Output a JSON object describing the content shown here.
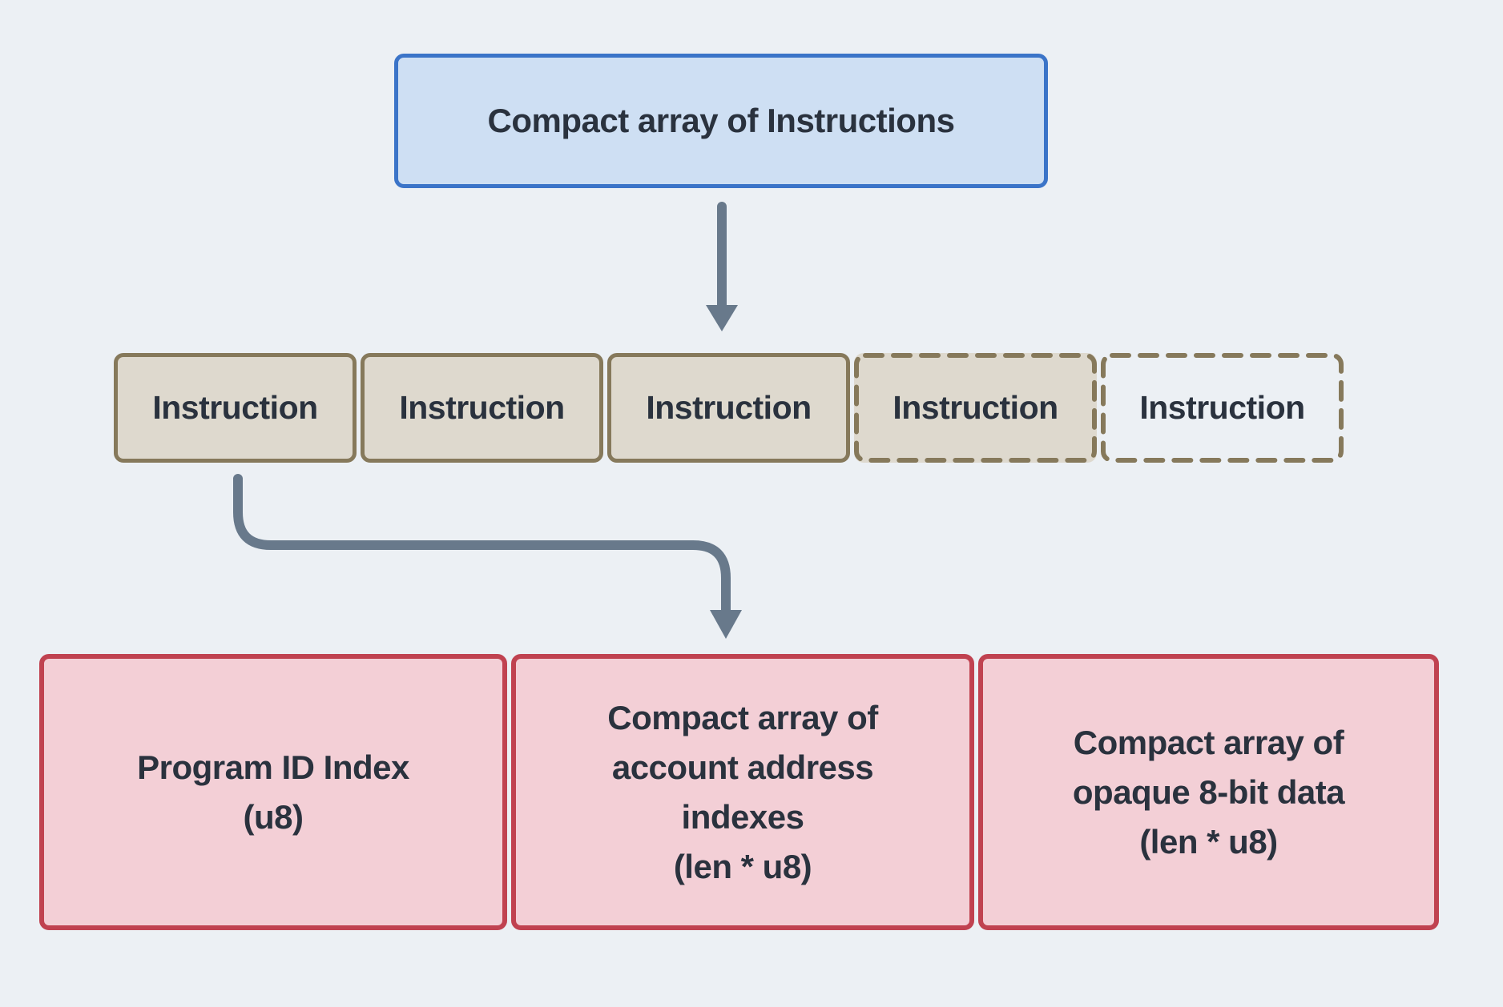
{
  "diagram": {
    "background_color": "#ecf0f4",
    "text_color": "#2a323e",
    "arrow_color": "#68798b",
    "header_box": {
      "label": "Compact array of Instructions",
      "fill_color": "#cedff3",
      "border_color": "#3b74c8"
    },
    "instruction_row": {
      "fill_color": "#ded9ce",
      "border_color": "#86795b",
      "items": [
        {
          "label": "Instruction",
          "variant": "solid"
        },
        {
          "label": "Instruction",
          "variant": "solid"
        },
        {
          "label": "Instruction",
          "variant": "solid"
        },
        {
          "label": "Instruction",
          "variant": "dashed-filled"
        },
        {
          "label": "Instruction",
          "variant": "dashed-empty"
        }
      ]
    },
    "instruction_fields": {
      "fill_color": "#f3cfd6",
      "border_color": "#c04250",
      "items": [
        {
          "label": "Program ID Index\n(u8)"
        },
        {
          "label": "Compact array of\naccount address\nindexes\n(len * u8)"
        },
        {
          "label": "Compact array of\nopaque 8-bit data\n(len * u8)"
        }
      ]
    }
  }
}
